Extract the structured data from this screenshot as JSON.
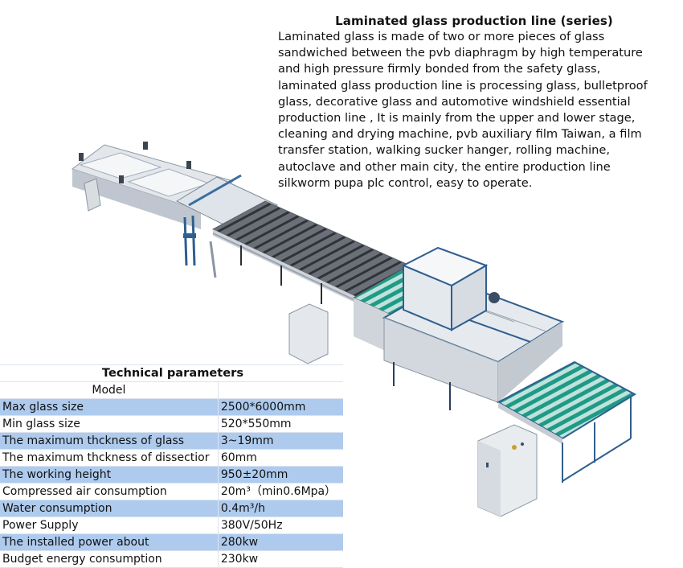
{
  "description": {
    "title": "Laminated glass production line (series)",
    "body": "Laminated glass is made of two or more pieces of glass\nsandwiched between the pvb diaphragm by high temperature\nand high pressure firmly bonded from the safety glass,\nlaminated glass production line is processing glass, bulletproof\nglass, decorative glass and automotive windshield essential\nproduction line , It is mainly from the upper and lower stage,\ncleaning and drying machine, pvb auxiliary film Taiwan, a film\ntransfer station, walking sucker hanger, rolling machine,\nautoclave and other main city, the entire production line\nsilkworm pupa plc control, easy to operate."
  },
  "illustration": {
    "subject": "laminated-glass-production-line-machine",
    "colors": {
      "frame_blue": "#2f5f8f",
      "housing_grey": "#d9dde2",
      "roller_teal": "#1f9a86",
      "conveyor_dark": "#4a5058"
    }
  },
  "specs": {
    "title": "Technical parameters",
    "model_label": "Model",
    "model_value": "",
    "band_color": "#aecbee",
    "rows": [
      {
        "label": "Max glass size",
        "value": "2500*6000mm"
      },
      {
        "label": "Min glass size",
        "value": "520*550mm"
      },
      {
        "label": "The maximum thckness of glass",
        "value": "3~19mm"
      },
      {
        "label": "The maximum thckness of dissectior",
        "value": "60mm"
      },
      {
        "label": "The working height",
        "value": "950±20mm"
      },
      {
        "label": "Compressed air consumption",
        "value": "20m³（min0.6Mpa）"
      },
      {
        "label": "Water consumption",
        "value": "0.4m³/h"
      },
      {
        "label": "Power Supply",
        "value": "380V/50Hz"
      },
      {
        "label": "The installed power about",
        "value": "280kw"
      },
      {
        "label": "Budget energy consumption",
        "value": "230kw"
      }
    ]
  }
}
